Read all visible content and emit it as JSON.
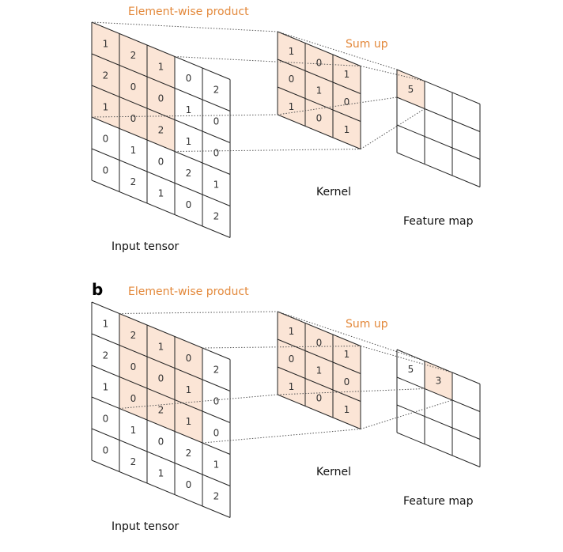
{
  "colors": {
    "highlight": "#FBE5D6",
    "orange_text": "#E3883A",
    "line": "#222222",
    "dotted": "#555555"
  },
  "panels": [
    {
      "id": "a",
      "panel_letter": "",
      "title_product": "Element-wise product",
      "title_sum": "Sum up",
      "label_input": "Input tensor",
      "label_kernel": "Kernel",
      "label_feature": "Feature map",
      "input": [
        [
          "1",
          "2",
          "1",
          "0",
          "2"
        ],
        [
          "2",
          "0",
          "0",
          "1",
          "0"
        ],
        [
          "1",
          "0",
          "2",
          "1",
          "0"
        ],
        [
          "0",
          "1",
          "0",
          "2",
          "1"
        ],
        [
          "0",
          "2",
          "1",
          "0",
          "2"
        ]
      ],
      "input_highlight": {
        "row": 0,
        "col": 0
      },
      "kernel": [
        [
          "1",
          "0",
          "1"
        ],
        [
          "0",
          "1",
          "0"
        ],
        [
          "1",
          "0",
          "1"
        ]
      ],
      "feature": [
        [
          "5",
          "",
          ""
        ],
        [
          "",
          "",
          ""
        ],
        [
          "",
          "",
          ""
        ]
      ],
      "feature_highlight": {
        "row": 0,
        "col": 0
      }
    },
    {
      "id": "b",
      "panel_letter": "b",
      "title_product": "Element-wise product",
      "title_sum": "Sum up",
      "label_input": "Input tensor",
      "label_kernel": "Kernel",
      "label_feature": "Feature map",
      "input": [
        [
          "1",
          "2",
          "1",
          "0",
          "2"
        ],
        [
          "2",
          "0",
          "0",
          "1",
          "0"
        ],
        [
          "1",
          "0",
          "2",
          "1",
          "0"
        ],
        [
          "0",
          "1",
          "0",
          "2",
          "1"
        ],
        [
          "0",
          "2",
          "1",
          "0",
          "2"
        ]
      ],
      "input_highlight": {
        "row": 0,
        "col": 1
      },
      "kernel": [
        [
          "1",
          "0",
          "1"
        ],
        [
          "0",
          "1",
          "0"
        ],
        [
          "1",
          "0",
          "1"
        ]
      ],
      "feature": [
        [
          "5",
          "3",
          ""
        ],
        [
          "",
          "",
          ""
        ],
        [
          "",
          "",
          ""
        ]
      ],
      "feature_highlight": {
        "row": 0,
        "col": 1
      }
    }
  ]
}
